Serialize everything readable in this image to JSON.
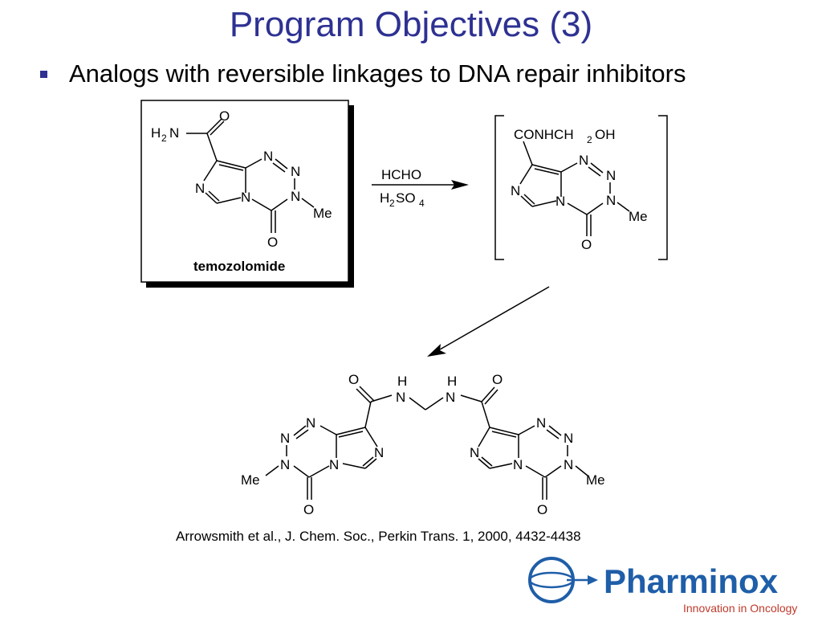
{
  "slide": {
    "title": "Program Objectives (3)",
    "bullet": "Analogs with reversible linkages to DNA repair inhibitors",
    "citation": "Arrowsmith et al., J. Chem. Soc., Perkin Trans. 1, 2000, 4432-4438"
  },
  "scheme": {
    "temozolomide": {
      "name": "temozolomide",
      "amide_h": "H",
      "amide_sub": "2",
      "amide_n": "N",
      "carbonyl_o": "O",
      "ring_n1": "N",
      "ring_n2": "N",
      "ring_n3": "N",
      "ring_n4": "N",
      "ring_n5": "N",
      "methyl": "Me",
      "oxo": "O"
    },
    "reagents": {
      "line1": "HCHO",
      "line2_h": "H",
      "line2_sub1": "2",
      "line2_so": "SO",
      "line2_sub2": "4"
    },
    "intermediate": {
      "sidechain_a": "CONHCH",
      "sidechain_sub": "2",
      "sidechain_b": "OH",
      "ring_n1": "N",
      "ring_n2": "N",
      "ring_n3": "N",
      "ring_n4": "N",
      "ring_n5": "N",
      "methyl": "Me",
      "oxo": "O"
    },
    "dimer": {
      "left_carbonyl_o": "O",
      "left_nh_h": "H",
      "left_nh_n": "N",
      "right_nh_h": "H",
      "right_nh_n": "N",
      "right_carbonyl_o": "O",
      "left_ring_n1": "N",
      "left_ring_n2": "N",
      "left_ring_n3": "N",
      "left_ring_n4": "N",
      "left_ring_n5": "N",
      "left_methyl": "Me",
      "left_oxo": "O",
      "right_ring_n1": "N",
      "right_ring_n2": "N",
      "right_ring_n3": "N",
      "right_ring_n4": "N",
      "right_ring_n5": "N",
      "right_methyl": "Me",
      "right_oxo": "O"
    }
  },
  "logo": {
    "name": "Pharminox",
    "tagline": "Innovation in Oncology",
    "colors": {
      "brand_blue": "#1f5ea8",
      "tagline_red": "#c0392b"
    }
  },
  "colors": {
    "title": "#2e3192",
    "bullet": "#2e3192",
    "ink": "#000000"
  }
}
